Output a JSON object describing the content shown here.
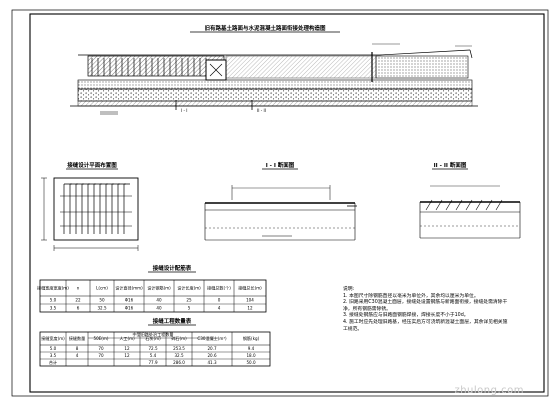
{
  "sheet": {
    "main_title": "旧有路基土路面与水泥混凝土路面衔接处理构造图",
    "section_label_1": "I - I",
    "section_label_2": "II - II"
  },
  "plan_view": {
    "title": "接缝设计平面布置图"
  },
  "section_1": {
    "title": "I - I 断面图"
  },
  "section_2": {
    "title": "II - II 断面图"
  },
  "rebar_table": {
    "title": "接缝设计配筋表",
    "headers": [
      "接缝宽度宽度(m)",
      "n",
      "L(cm)",
      "设计直径(mm)",
      "设计钢筋(m)",
      "设计长度(m)",
      "接缝总数(个)",
      "接缝总长(m)"
    ],
    "rows": [
      [
        "5.0",
        "22",
        "50",
        "Φ16",
        "40",
        "25",
        "0",
        "104"
      ],
      [
        "3.5",
        "6",
        "32.5",
        "Φ16",
        "40",
        "5",
        "4",
        "12"
      ]
    ]
  },
  "quantity_table": {
    "title": "接缝工程数量表",
    "headers": [
      "接缝宽度(m)",
      "接缝数量",
      "50E(m)",
      "人工(m)",
      "石灰(m)",
      "碎石(m)",
      "C30混凝土(m³)",
      "钢筋(kg)"
    ],
    "group_header": "中型旧路处治工程数量",
    "rows": [
      [
        "5.0",
        "8",
        "70",
        "12",
        "72.5",
        "253.5",
        "20.7",
        "9.4"
      ],
      [
        "3.5",
        "4",
        "70",
        "12",
        "5.4",
        "32.5",
        "20.6",
        "18.0"
      ],
      [
        "合计",
        "",
        "",
        "",
        "77.9",
        "286.0",
        "41.3",
        "50.0"
      ]
    ]
  },
  "notes": {
    "heading": "说明:",
    "lines": [
      "1. 本图尺寸除钢筋直径以毫米为单位外，其余均以厘米为单位。",
      "2. 旧路采用C30混凝土面层，接缝处设置钢筋与新路面衔接，接缝处需清除干净，所有钢筋需除锈。",
      "3. 接缝处钢筋应与旧路面钢筋焊接，焊接长度不小于10d。",
      "4. 施工时应先处理旧路基，经压实后方可浇筑新混凝土面层，其余详见相关施工规范。"
    ]
  },
  "watermark": {
    "text": "zhulong.com"
  }
}
